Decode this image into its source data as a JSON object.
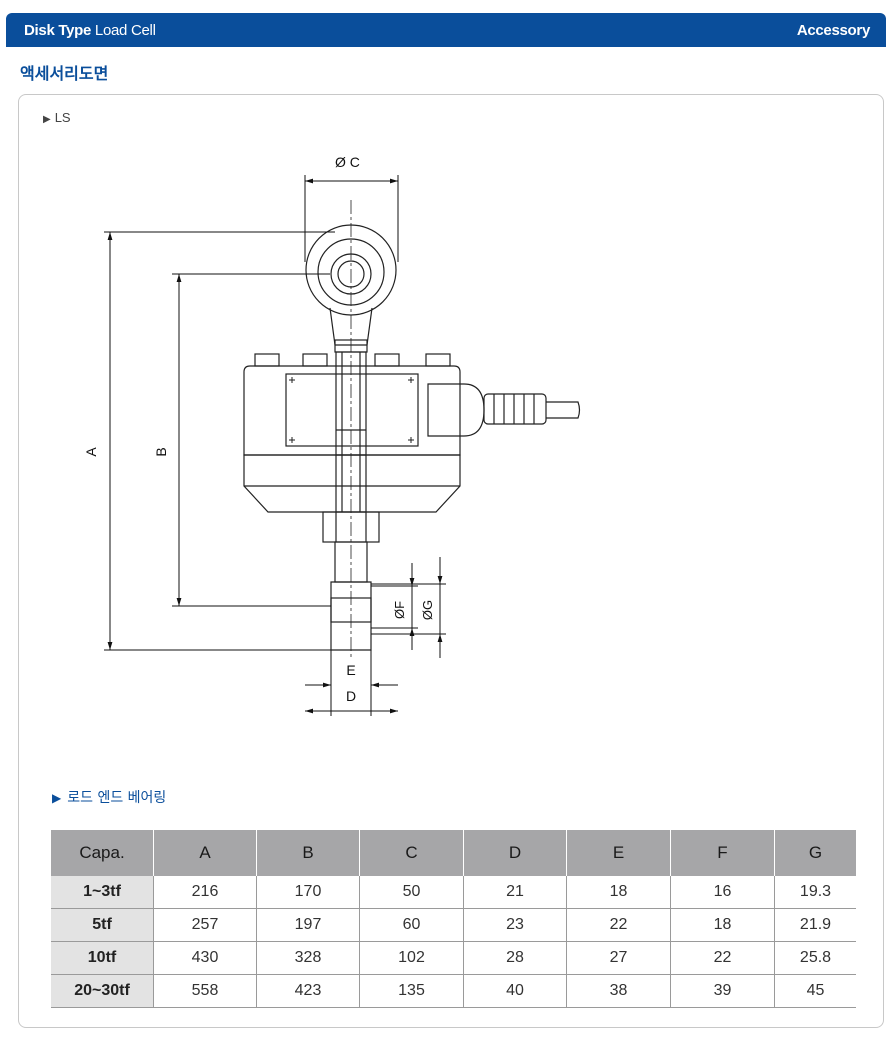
{
  "header": {
    "title_bold": "Disk Type",
    "title_rest": " Load Cell",
    "right": "Accessory"
  },
  "section_title": "액세서리도면",
  "figure": {
    "label": "LS",
    "dimensions": {
      "A": "A",
      "B": "B",
      "C": "Ø C",
      "D": "D",
      "E": "E",
      "F": "ØF",
      "G": "ØG"
    }
  },
  "table": {
    "label": "로드 엔드 베어링",
    "headers": [
      "Capa.",
      "A",
      "B",
      "C",
      "D",
      "E",
      "F",
      "G"
    ],
    "rows": [
      [
        "1~3tf",
        "216",
        "170",
        "50",
        "21",
        "18",
        "16",
        "19.3"
      ],
      [
        "5tf",
        "257",
        "197",
        "60",
        "23",
        "22",
        "18",
        "21.9"
      ],
      [
        "10tf",
        "430",
        "328",
        "102",
        "28",
        "27",
        "22",
        "25.8"
      ],
      [
        "20~30tf",
        "558",
        "423",
        "135",
        "40",
        "38",
        "39",
        "45"
      ]
    ]
  }
}
